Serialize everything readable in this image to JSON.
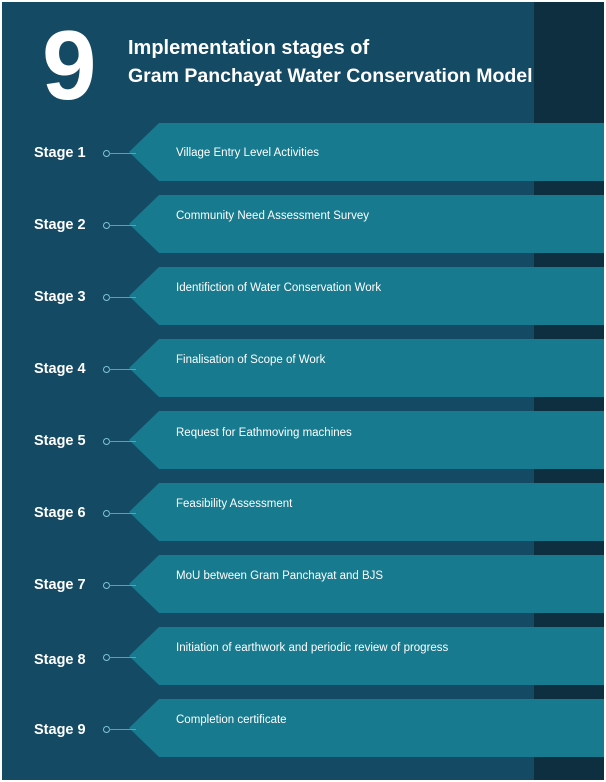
{
  "header": {
    "number": "9",
    "title_line1": "Implementation stages of",
    "title_line2": "Gram Panchayat Water Conservation Model"
  },
  "stages": [
    {
      "label": "Stage 1",
      "text": "Village Entry Level Activities"
    },
    {
      "label": "Stage 2",
      "text": "Community Need Assessment Survey"
    },
    {
      "label": "Stage 3",
      "text": "Identifiction of Water Conservation Work"
    },
    {
      "label": "Stage 4",
      "text": "Finalisation of Scope of Work"
    },
    {
      "label": "Stage 5",
      "text": "Request for Eathmoving machines"
    },
    {
      "label": "Stage 6",
      "text": "Feasibility Assessment"
    },
    {
      "label": "Stage 7",
      "text": "MoU between Gram Panchayat and BJS"
    },
    {
      "label": "Stage 8",
      "text": "Initiation of earthwork and periodic review of progress"
    },
    {
      "label": "Stage 9",
      "text": "Completion certificate"
    }
  ],
  "colors": {
    "background": "#144a63",
    "banner": "#177a8e",
    "side_strip": "#0e2f3f",
    "text": "#ffffff"
  }
}
